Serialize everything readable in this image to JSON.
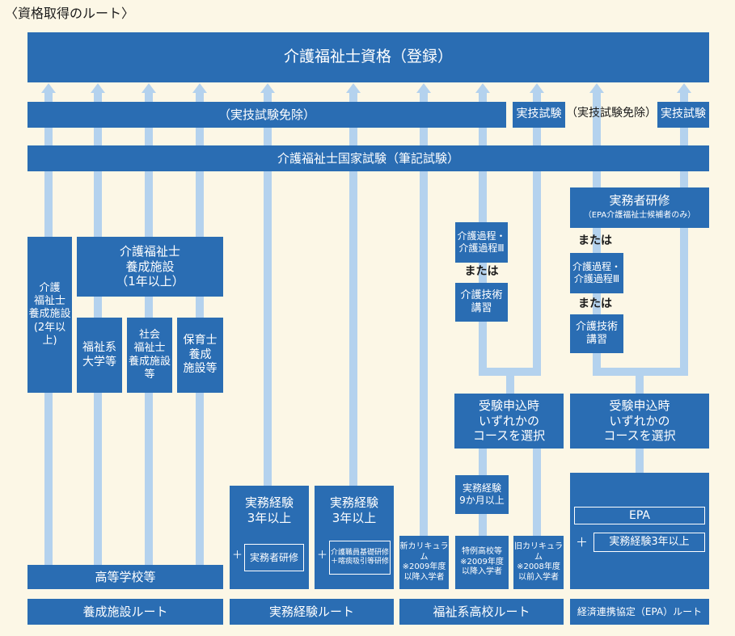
{
  "header": {
    "title": "〈資格取得のルート〉"
  },
  "top_box": {
    "label": "介護福祉士資格（登録）"
  },
  "exemption_bar": {
    "label": "（実技試験免除）"
  },
  "practical_exam_1": {
    "label": "実技試験"
  },
  "exemption_label_2": {
    "label": "（実技試験免除）"
  },
  "practical_exam_2": {
    "label": "実技試験"
  },
  "national_exam": {
    "label": "介護福祉士国家試験（筆記試験）"
  },
  "training_route": {
    "facility_2yr": "介護\n福祉士\n養成施設\n(2年以上)",
    "facility_1yr": "介護福祉士\n養成施設\n（1年以上）",
    "welfare_univ": "福祉系\n大学等",
    "social_welfare": "社会\n福祉士\n養成施設\n等",
    "childcare": "保育士\n養成\n施設等",
    "high_school": "高等学校等",
    "footer": "養成施設ルート"
  },
  "experience_route": {
    "box1_title": "実務経験\n3年以上",
    "box1_plus": "＋",
    "box1_inner": "実務者研修",
    "box2_title": "実務経験\n3年以上",
    "box2_plus": "＋",
    "box2_inner": "介護職員基礎研修\n＋喀痰吸引等研修",
    "footer": "実務経験ルート"
  },
  "welfare_hs_route": {
    "course_process": "介護過程・\n介護過程Ⅲ",
    "or_1": "または",
    "tech_course": "介護技術\n講習",
    "select_course": "受験申込時\nいずれかの\nコースを選択",
    "experience_9mo": "実務経験\n9か月以上",
    "new_curriculum": "新カリキュラム\n※2009年度\n以降入学者",
    "special_hs": "特例高校等\n※2009年度\n以降入学者",
    "old_curriculum": "旧カリキュラム\n※2008年度\n以前入学者",
    "footer": "福祉系高校ルート"
  },
  "epa_route": {
    "trainee_training": "実務者研修",
    "trainee_note": "（EPA介護福祉士候補者のみ）",
    "or_1": "または",
    "course_process": "介護過程・\n介護過程Ⅲ",
    "or_2": "または",
    "tech_course": "介護技術\n講習",
    "select_course": "受験申込時\nいずれかの\nコースを選択",
    "epa": "EPA",
    "plus": "＋",
    "experience_3yr": "実務経験3年以上",
    "footer": "経済連携協定（EPA）ルート"
  },
  "colors": {
    "box": "#2a6db3",
    "arrow": "#b4d2ee",
    "background": "#fcf7e6"
  }
}
